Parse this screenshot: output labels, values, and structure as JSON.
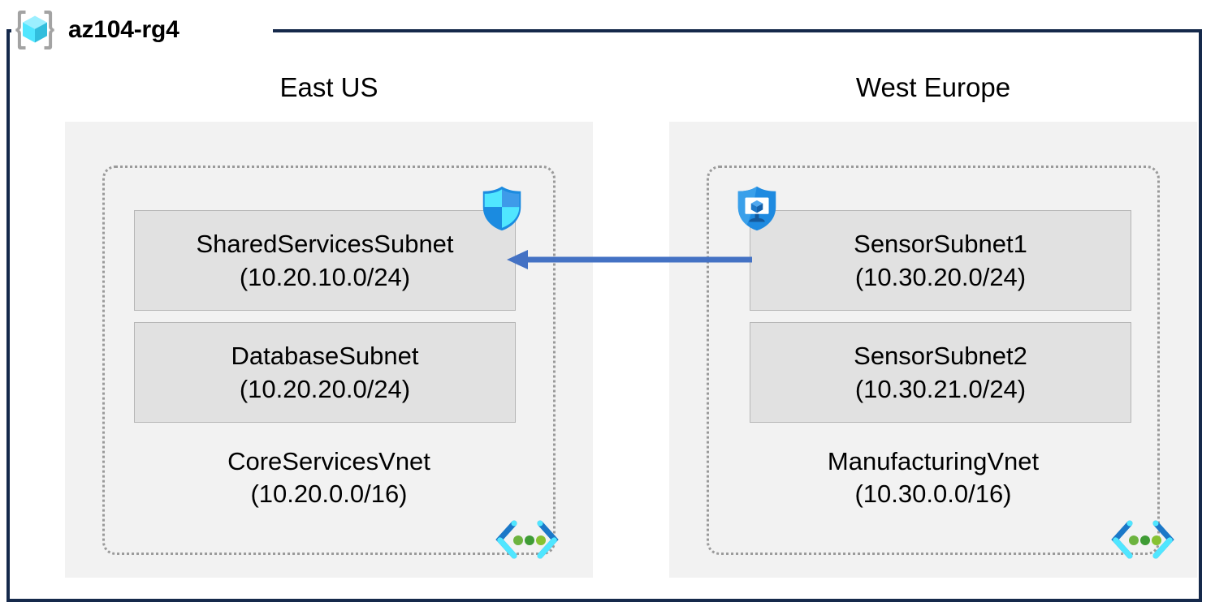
{
  "resource_group": {
    "name": "az104-rg4",
    "icon": "resource-group-cube-icon"
  },
  "regions": [
    {
      "label": "East US",
      "vnet": {
        "name": "CoreServicesVnet",
        "cidr": "(10.20.0.0/16)",
        "icon": "virtual-network-icon",
        "subnets": [
          {
            "name": "SharedServicesSubnet",
            "cidr": "(10.20.10.0/24)",
            "icon": "network-security-group-shield-icon"
          },
          {
            "name": "DatabaseSubnet",
            "cidr": "(10.20.20.0/24)",
            "icon": null
          }
        ]
      }
    },
    {
      "label": "West Europe",
      "vnet": {
        "name": "ManufacturingVnet",
        "cidr": "(10.30.0.0/16)",
        "icon": "virtual-network-icon",
        "subnets": [
          {
            "name": "SensorSubnet1",
            "cidr": "(10.30.20.0/24)",
            "icon": "application-security-group-shield-icon"
          },
          {
            "name": "SensorSubnet2",
            "cidr": "(10.30.21.0/24)",
            "icon": null
          }
        ]
      }
    }
  ],
  "connection": {
    "type": "peering-arrow",
    "direction": "right-to-left",
    "from": "SensorSubnet1",
    "to": "SharedServicesSubnet"
  },
  "colors": {
    "resource_group_border": "#15294B",
    "region_fill": "#F2F2F2",
    "vnet_border": "#9A9A9A",
    "subnet_fill": "#E1E1E1",
    "subnet_border": "#B6B6B6",
    "arrow": "#4472C4",
    "azure_cyan": "#50E6FF",
    "azure_blue": "#0078D4",
    "icon_gray": "#A0A0A0",
    "vnet_icon_green": "#6CB33F"
  }
}
